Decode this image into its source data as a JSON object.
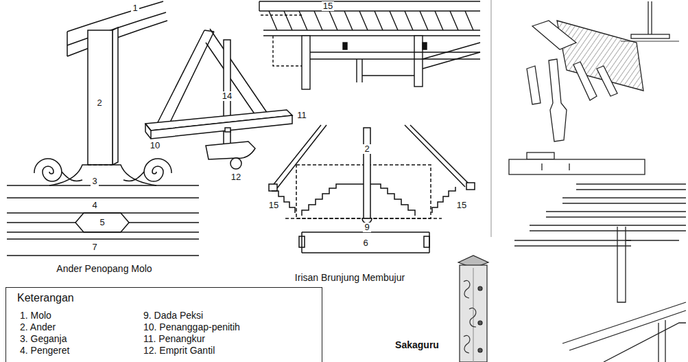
{
  "diagram": {
    "nodes": [
      {
        "text": [
          "Keterangan",
          "1. Molo",
          "2. Ander",
          "3. Geganja",
          "4. Pengeret",
          "9. Dada Peksi",
          "10. Penanggap-penitih",
          "11. Penangkur",
          "12. Emprit Gantil"
        ]
      }
    ],
    "labels": [
      "1",
      "2",
      "3",
      "4",
      "5",
      "7",
      "Ander Penopang Molo",
      "14",
      "10",
      "11",
      "12",
      "15",
      "2",
      "15",
      "9",
      "15",
      "6",
      "Irisan Brunjung Membujur",
      "Sakaguru"
    ]
  }
}
